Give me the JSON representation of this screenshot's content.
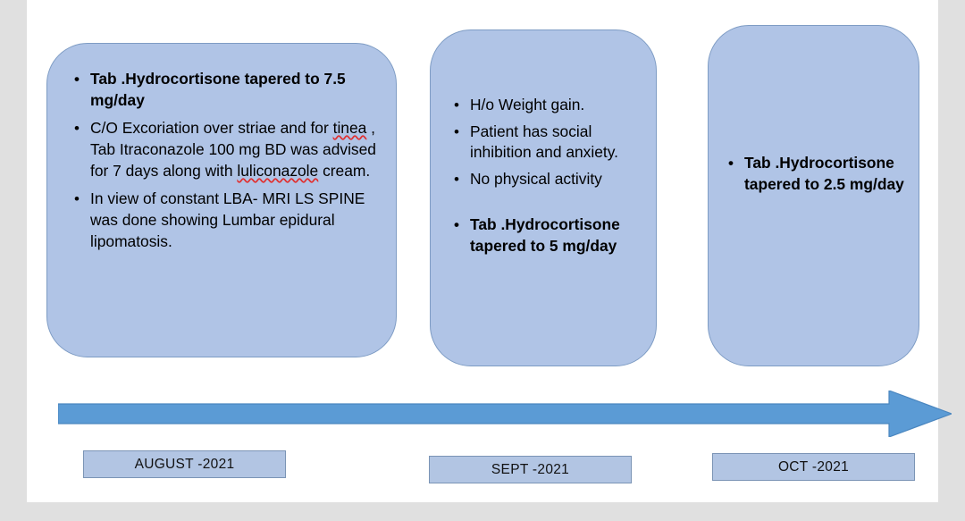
{
  "slide": {
    "background_color": "#ffffff",
    "canvas_border_color": "#e0e0e0",
    "box_fill_color": "#b0c4e6",
    "box_border_color": "#7e9cc4",
    "arrow_color": "#5b9bd5",
    "chip_fill_color": "#b2c5e3"
  },
  "boxes": [
    {
      "id": "august-box",
      "bullets": [
        {
          "text": "Tab .Hydrocortisone tapered to 7.5 mg/day",
          "bold": true
        },
        {
          "text": "C/O Excoriation over striae and for tinea , Tab Itraconazole 100 mg BD was advised for 7 days along with luliconazole cream.",
          "bold": false
        },
        {
          "text": "In view of constant LBA- MRI LS SPINE was done showing Lumbar epidural lipomatosis.",
          "bold": false
        }
      ]
    },
    {
      "id": "sept-box",
      "bullets": [
        {
          "text": "H/o Weight gain.",
          "bold": false
        },
        {
          "text": "Patient has social inhibition and anxiety.",
          "bold": false
        },
        {
          "text": "No physical activity",
          "bold": false
        },
        {
          "text": "Tab .Hydrocortisone tapered to 5 mg/day",
          "bold": true
        }
      ]
    },
    {
      "id": "oct-box",
      "bullets": [
        {
          "text": "Tab .Hydrocortisone tapered to 2.5 mg/day",
          "bold": true
        }
      ]
    }
  ],
  "box1_bullets": {
    "b1": "Tab .Hydrocortisone tapered to 7.5 mg/day",
    "b2_pre": "C/O Excoriation over striae and for ",
    "b2_misspell1": "tinea",
    "b2_mid": " , Tab Itraconazole 100 mg BD was advised for 7 days along with ",
    "b2_misspell2": "luliconazole",
    "b2_post": " cream.",
    "b3": "In view of constant LBA- MRI LS SPINE was done showing Lumbar epidural lipomatosis."
  },
  "box2_bullets": {
    "b1": "H/o Weight gain.",
    "b2": "Patient has social inhibition and anxiety.",
    "b3": "No physical activity",
    "b4": "Tab .Hydrocortisone tapered to 5 mg/day"
  },
  "box3_bullets": {
    "b1": "Tab .Hydrocortisone tapered to 2.5 mg/day"
  },
  "timeline": {
    "arrow_direction": "right",
    "chips": [
      {
        "label": "AUGUST -2021"
      },
      {
        "label": "SEPT -2021"
      },
      {
        "label": "OCT -2021"
      }
    ]
  }
}
